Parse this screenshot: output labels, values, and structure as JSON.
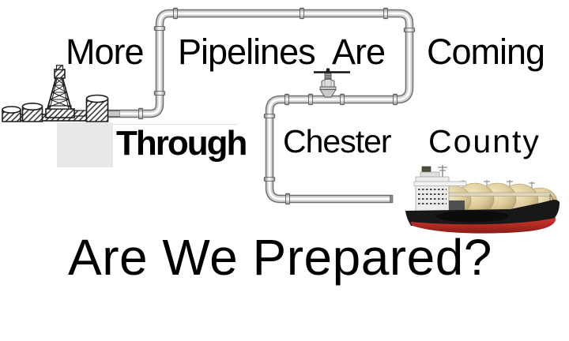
{
  "text": {
    "line1": [
      "More",
      "Pipelines",
      "Are",
      "Coming"
    ],
    "line2": [
      "Through",
      "Chester",
      "County"
    ],
    "line3": "Are We Prepared?"
  },
  "illustrations": {
    "oil_field": "oil-derrick-and-storage-tanks-sketch",
    "pipeline": "steel-pipeline-with-elbows-and-couplings",
    "valve": "globe-valve-with-handwheel",
    "ship": "lng-tanker-ship"
  },
  "colors": {
    "text": "#000000",
    "pipe_mid": "#cfcfcf",
    "pipe_edge": "#777777",
    "pipe_highlight": "#ffffff",
    "gray_swatch": "#e8e8e8",
    "ship_hull": "#181818",
    "ship_red": "#c23128",
    "tank_tan": "#d9c898",
    "superstructure": "#ececea"
  }
}
